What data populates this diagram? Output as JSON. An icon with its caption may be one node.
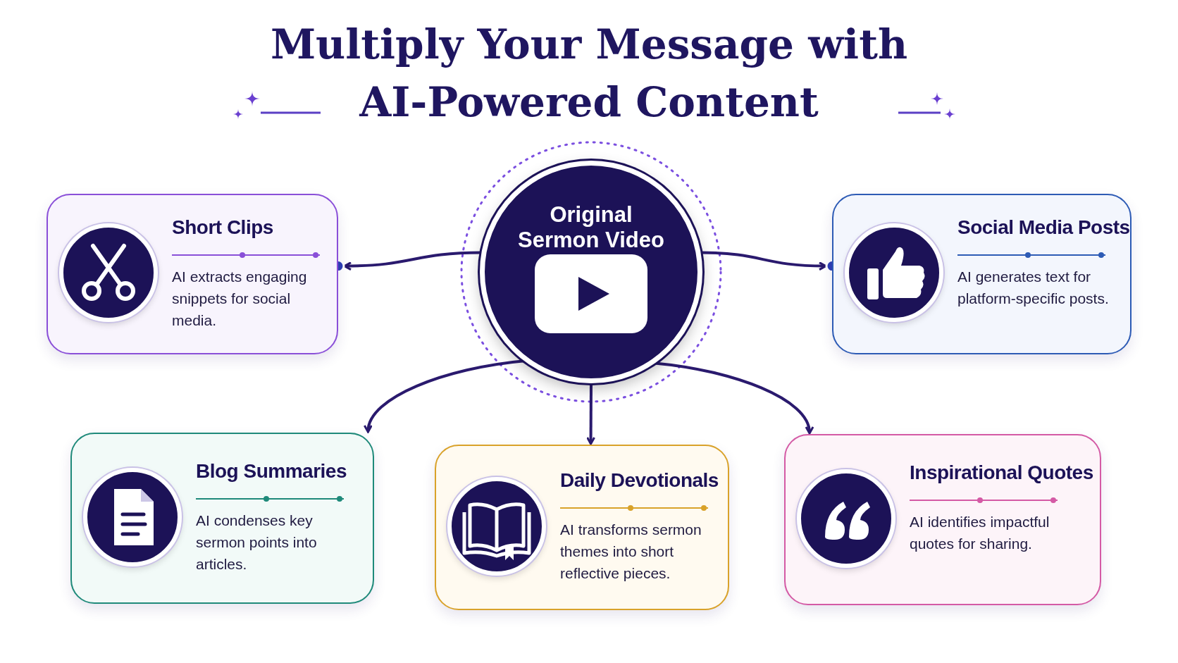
{
  "diagram": {
    "title": "Multiply Your Message with AI-Powered Content",
    "nodes": [
      {
        "text": [
          "Original Sermon Video"
        ]
      },
      {
        "text": [
          "Short Clips",
          "AI extracts engaging snippets for social media."
        ]
      },
      {
        "text": [
          "Social Media Posts",
          "AI generates text for platform-specific posts."
        ]
      },
      {
        "text": [
          "Blog Summaries",
          "AI condenses key sermon points into articles."
        ]
      },
      {
        "text": [
          "Daily Devotionals",
          "AI transforms sermon themes into short reflective pieces."
        ]
      },
      {
        "text": [
          "Inspirational Quotes",
          "AI identifies impactful quotes for sharing."
        ]
      }
    ],
    "edges": [
      {
        "from": 0,
        "to": 1,
        "arrow": "to"
      },
      {
        "from": 0,
        "to": 2,
        "arrow": "to"
      },
      {
        "from": 0,
        "to": 3,
        "arrow": "to"
      },
      {
        "from": 0,
        "to": 4,
        "arrow": "to"
      },
      {
        "from": 0,
        "to": 5,
        "arrow": "to"
      }
    ]
  }
}
